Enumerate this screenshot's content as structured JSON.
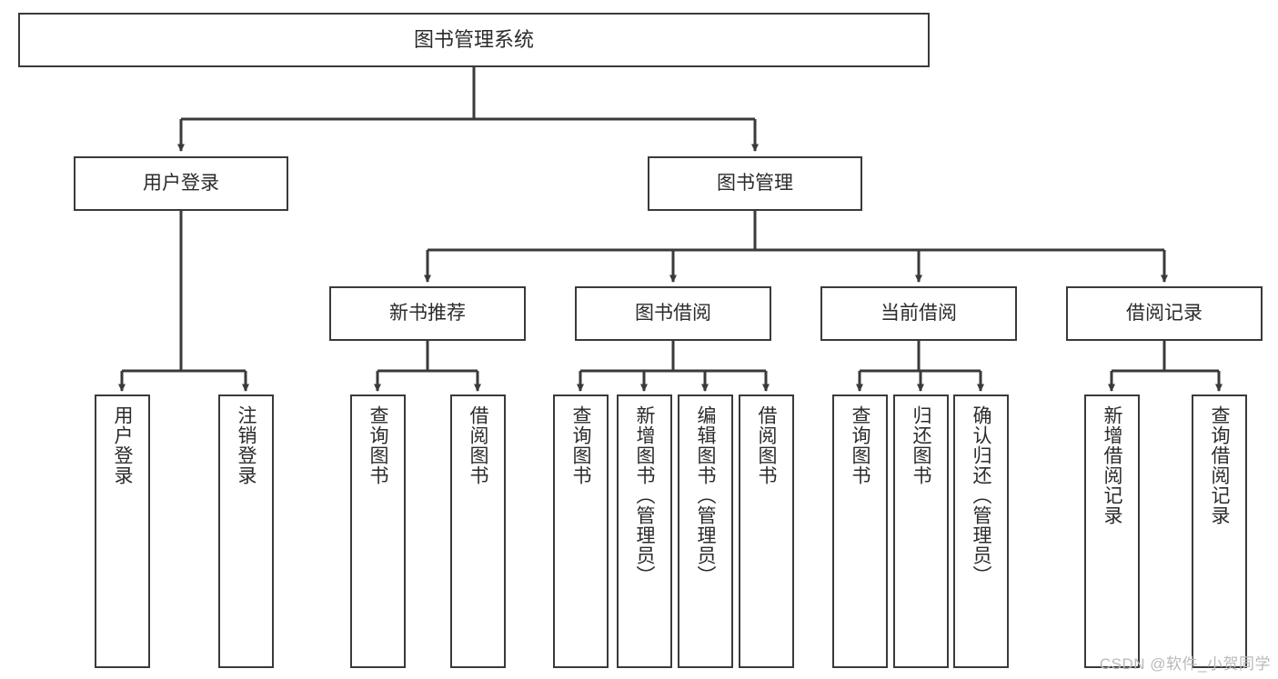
{
  "diagram": {
    "title": "图书管理系统",
    "type": "hierarchy-tree",
    "root": {
      "label": "图书管理系统"
    },
    "level2": [
      {
        "label": "用户登录"
      },
      {
        "label": "图书管理"
      }
    ],
    "level3": [
      {
        "label": "新书推荐"
      },
      {
        "label": "图书借阅"
      },
      {
        "label": "当前借阅"
      },
      {
        "label": "借阅记录"
      }
    ],
    "leaves": {
      "user_login": [
        {
          "label": "用户登录"
        },
        {
          "label": "注销登录"
        }
      ],
      "new_book_recommend": [
        {
          "label": "查询图书"
        },
        {
          "label": "借阅图书"
        }
      ],
      "book_borrow": [
        {
          "label": "查询图书"
        },
        {
          "label": "新增图书（管理员）"
        },
        {
          "label": "编辑图书（管理员）"
        },
        {
          "label": "借阅图书"
        }
      ],
      "current_borrow": [
        {
          "label": "查询图书"
        },
        {
          "label": "归还图书"
        },
        {
          "label": "确认归还（管理员）"
        }
      ],
      "borrow_records": [
        {
          "label": "新增借阅记录"
        },
        {
          "label": "查询借阅记录"
        }
      ]
    }
  },
  "watermark": {
    "text": "CSDN @软件_小贺同学"
  },
  "colors": {
    "stroke": "#3a3a3a",
    "fill": "#ffffff",
    "text": "#2b2b2b",
    "watermark": "#b9b9b9"
  }
}
